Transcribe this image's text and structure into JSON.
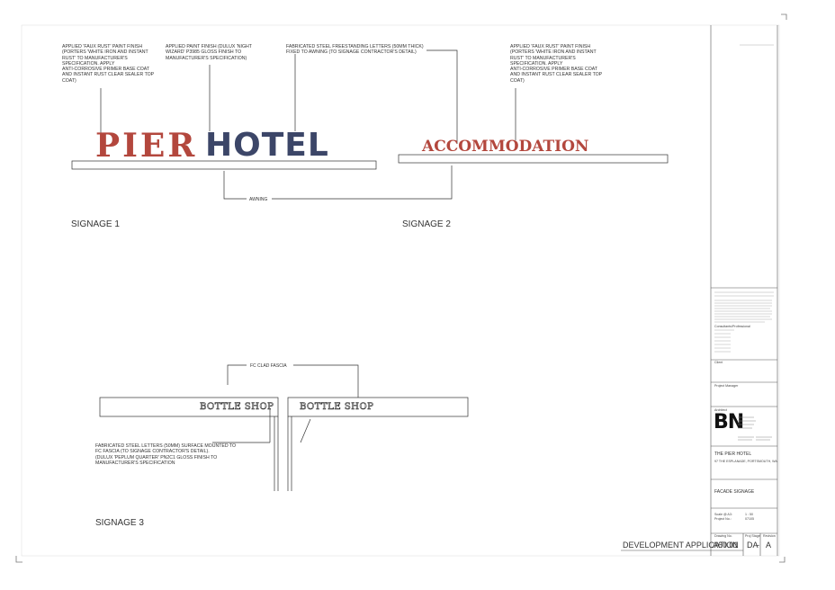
{
  "notes": {
    "note1": "APPLIED 'FAUX RUST' PAINT FINISH\n(PORTERS 'WHITE IRON AND INSTANT\nRUST' TO MANUFACTURER'S\nSPECIFICATION. APPLY\nANTI-CORROSIVE PRIMER BASE COAT\nAND INSTANT RUST CLEAR SEALER TOP\nCOAT)",
    "note2": "APPLIED PAINT FINISH (DULUX 'NIGHT\nWIZARD' P3985 GLOSS FINISH TO\nMANUFACTURER'S SPECIFICATION)",
    "note3": "FABRICATED STEEL FREESTANDING LETTERS (50mm THICK)\nFIXED TO AWNING (TO SIGNAGE CONTRACTOR'S DETAIL)",
    "note4": "APPLIED 'FAUX RUST' PAINT FINISH\n(PORTERS 'WHITE IRON AND INSTANT\nRUST' TO MANUFACTURER'S\nSPECIFICATION. APPLY\nANTI-CORROSIVE PRIMER BASE COAT\nAND INSTANT RUST CLEAR SEALER TOP\nCOAT)",
    "note5": "FABRICATED STEEL LETTERS (50mm) SURFACE MOUNTED TO\nFC FASCIA (TO SIGNAGE CONTRACTOR'S DETAIL).\n(DULUX 'PEPLUM QUARTER' PN2C1 GLOSS FINISH TO\nMANUFACTURER'S SPECIFICATION"
  },
  "signage": {
    "pier": "PIER",
    "hotel": "HOTEL",
    "accommodation": "ACCOMMODATION",
    "bottle_shop_1": "BOTTLE SHOP",
    "bottle_shop_2": "BOTTLE SHOP",
    "awning": "AWNING",
    "fc_clad_fascia": "FC CLAD FASCIA",
    "label1": "SIGNAGE 1",
    "label2": "SIGNAGE 2",
    "label3": "SIGNAGE 3"
  },
  "title_block": {
    "logo": "BN",
    "project_name": "THE PIER HOTEL",
    "project_address": "97 THE ESPLANADE, PORTSMOUTH, WA",
    "drawing_title": "FACADE SIGNAGE",
    "scale_label": "Scale @ A3:",
    "scale_value": "1 : 50",
    "project_no_label": "Project No.:",
    "project_no_value": "07105",
    "drawing_no_label": "Drawing No.",
    "drawing_no": "A60.01",
    "stage_label": "Proj Stage",
    "revision_label": "Revision",
    "stage_value": "DA",
    "revision_value": "A",
    "dash": "-",
    "architect_label": "Architect",
    "client_label": "Client",
    "pm_label": "Project Manager",
    "consultants_label": "Consultants/Professional",
    "dev_application": "DEVELOPMENT APPLICATION"
  },
  "colors": {
    "rust": "#b3473d",
    "navy": "#3c4668",
    "line": "#333333"
  }
}
